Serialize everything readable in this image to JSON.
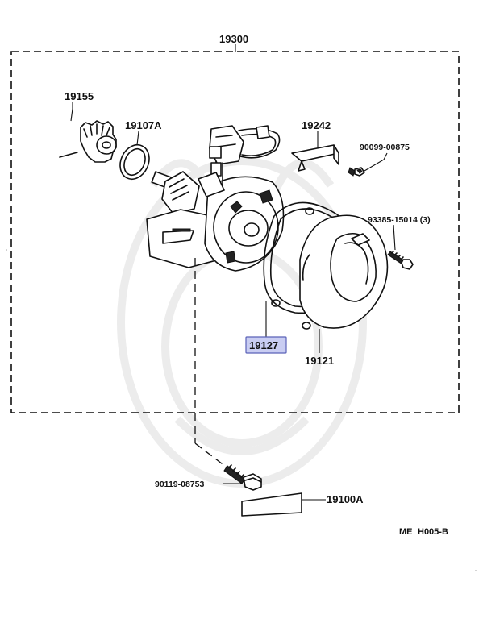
{
  "assembly_number": "19300",
  "parts": {
    "gear": "19155",
    "o_ring": "19107A",
    "bracket": "19242",
    "bracket_bolt": "90099-00875",
    "cap_screws": "93385-15014 (3)",
    "gasket": "19127",
    "cap": "19121",
    "mount_bolt": "90119-08753",
    "label_plate": "19100A"
  },
  "page_code": {
    "left": "ME",
    "right": "H005-B"
  },
  "highlight_color": "#c9cdf2"
}
